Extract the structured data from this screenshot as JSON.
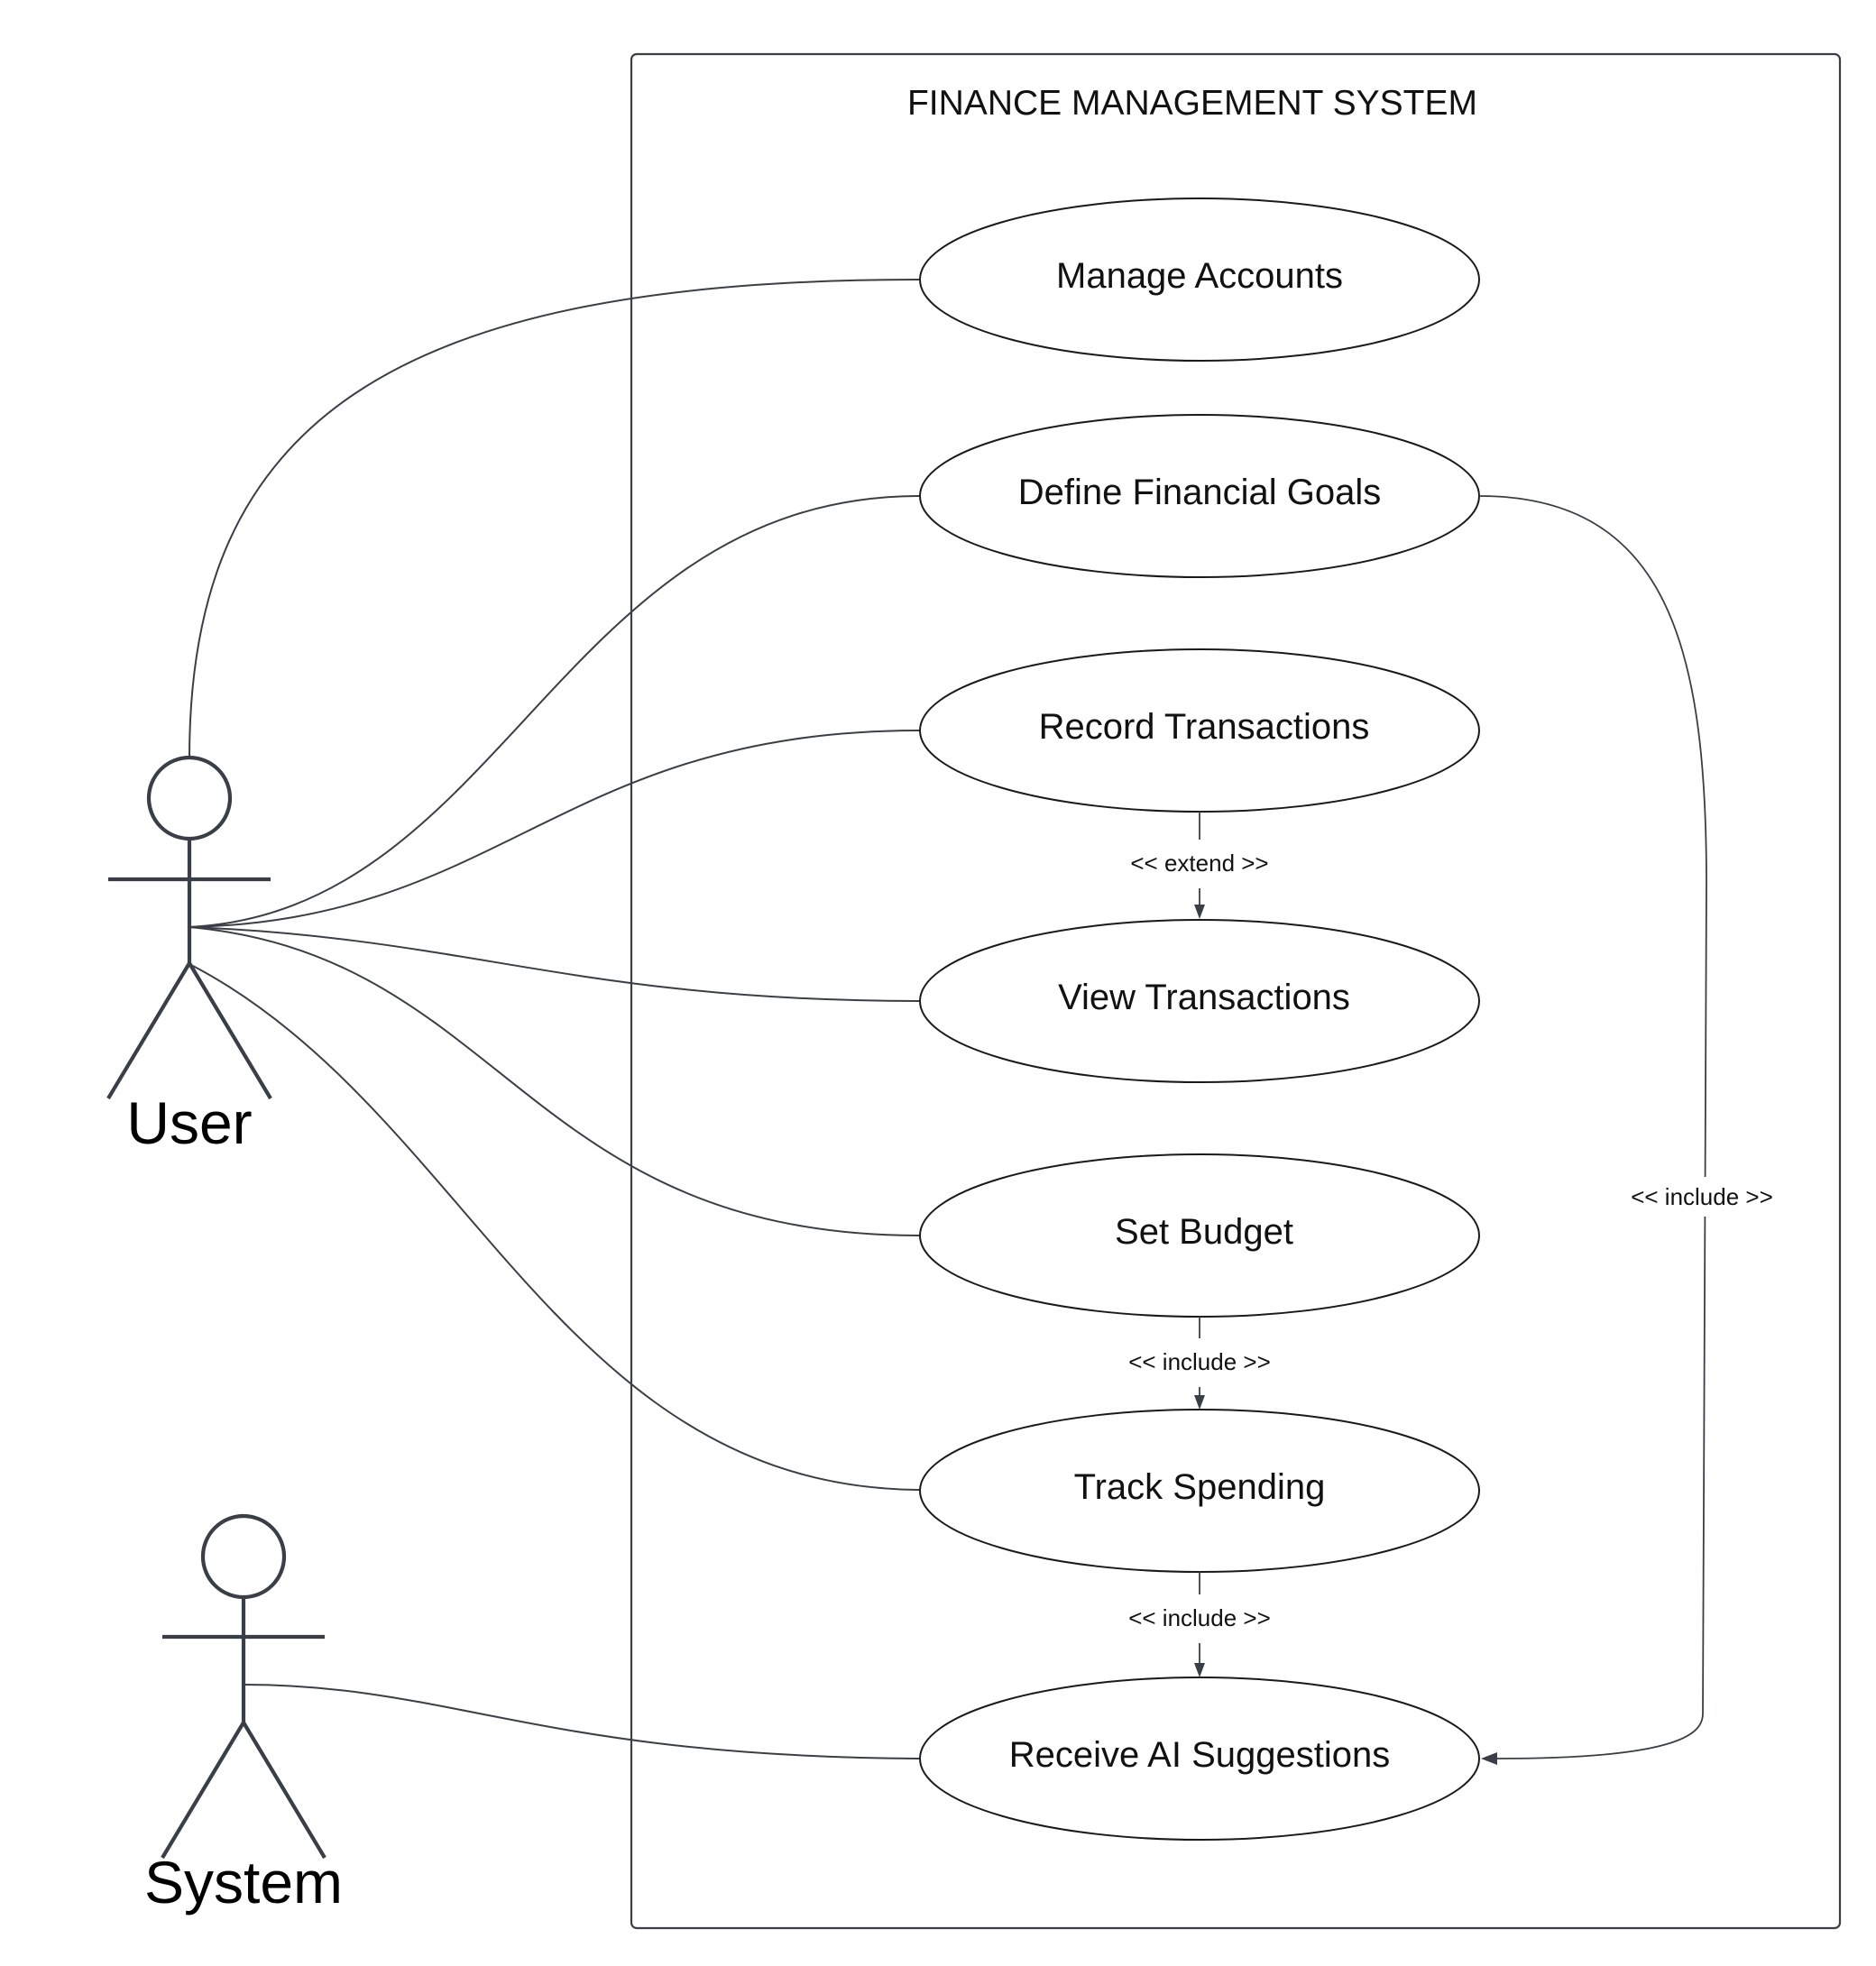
{
  "system": {
    "title": "FINANCE MANAGEMENT SYSTEM"
  },
  "actors": [
    {
      "id": "user",
      "name": "User"
    },
    {
      "id": "system",
      "name": "System"
    }
  ],
  "use_cases": [
    {
      "id": "manage-accounts",
      "label": "Manage Accounts"
    },
    {
      "id": "define-financial-goals",
      "label": "Define Financial Goals"
    },
    {
      "id": "record-transactions",
      "label": "Record Transactions"
    },
    {
      "id": "view-transactions",
      "label": "View Transactions"
    },
    {
      "id": "set-budget",
      "label": "Set Budget"
    },
    {
      "id": "track-spending",
      "label": "Track Spending"
    },
    {
      "id": "receive-ai-suggestions",
      "label": "Receive AI Suggestions"
    }
  ],
  "associations": [
    {
      "actor": "user",
      "use_case": "manage-accounts"
    },
    {
      "actor": "user",
      "use_case": "define-financial-goals"
    },
    {
      "actor": "user",
      "use_case": "record-transactions"
    },
    {
      "actor": "user",
      "use_case": "view-transactions"
    },
    {
      "actor": "user",
      "use_case": "set-budget"
    },
    {
      "actor": "user",
      "use_case": "track-spending"
    },
    {
      "actor": "system",
      "use_case": "receive-ai-suggestions"
    }
  ],
  "relationships": [
    {
      "from": "record-transactions",
      "to": "view-transactions",
      "label": "<< extend >>"
    },
    {
      "from": "set-budget",
      "to": "track-spending",
      "label": "<< include >>"
    },
    {
      "from": "track-spending",
      "to": "receive-ai-suggestions",
      "label": "<< include >>"
    },
    {
      "from": "define-financial-goals",
      "to": "receive-ai-suggestions",
      "label": "<< include >>"
    }
  ]
}
